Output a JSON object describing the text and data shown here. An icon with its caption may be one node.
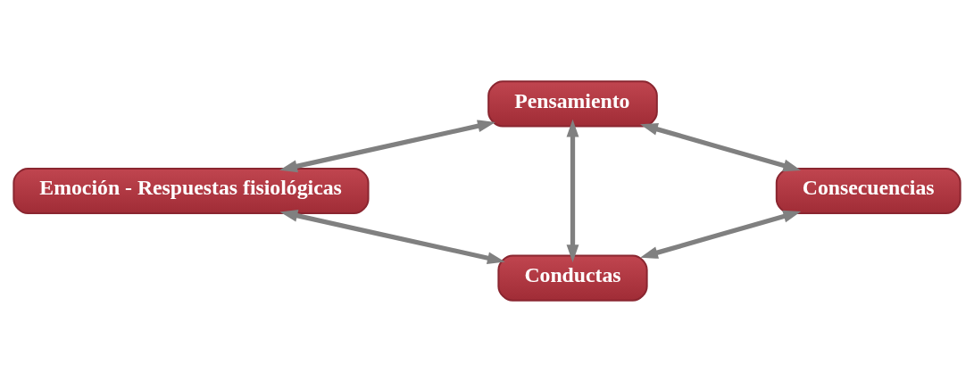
{
  "diagram": {
    "nodes": [
      {
        "text": [
          "Pensamiento"
        ]
      },
      {
        "text": [
          "Consecuencias"
        ]
      },
      {
        "text": [
          "Emoción - Respuestas fisiológicas"
        ]
      },
      {
        "text": [
          "Conductas"
        ]
      }
    ],
    "edges": [
      {
        "from": 1,
        "to": 0,
        "arrow": "both"
      },
      {
        "from": 0,
        "to": 2,
        "arrow": "both"
      },
      {
        "from": 0,
        "to": 3,
        "arrow": "both"
      },
      {
        "from": 1,
        "to": 3,
        "arrow": "both"
      },
      {
        "from": 3,
        "to": 2,
        "arrow": "both"
      }
    ]
  }
}
